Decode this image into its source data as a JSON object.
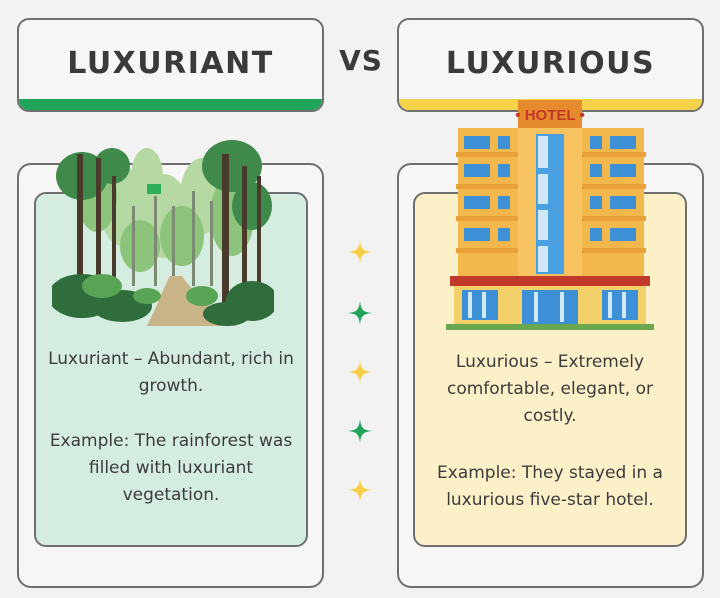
{
  "left": {
    "title": "LUXURIANT",
    "accent_color": "#21a55a",
    "card_color": "#d5ede1",
    "illustration": "forest-illustration",
    "definition": "Luxuriant – Abundant, rich in growth.",
    "example": "Example: The rainforest was filled with luxuriant vegetation."
  },
  "vs": "VS",
  "right": {
    "title": "LUXURIOUS",
    "accent_color": "#f4d34a",
    "card_color": "#fcf0c8",
    "illustration": "hotel-illustration",
    "hotel_sign": "• HOTEL •",
    "definition": "Luxurious – Extremely comfortable, elegant, or costly.",
    "example": "Example: They stayed in a luxurious five-star hotel."
  },
  "sparkles": [
    "yellow",
    "green",
    "yellow",
    "green",
    "yellow"
  ]
}
